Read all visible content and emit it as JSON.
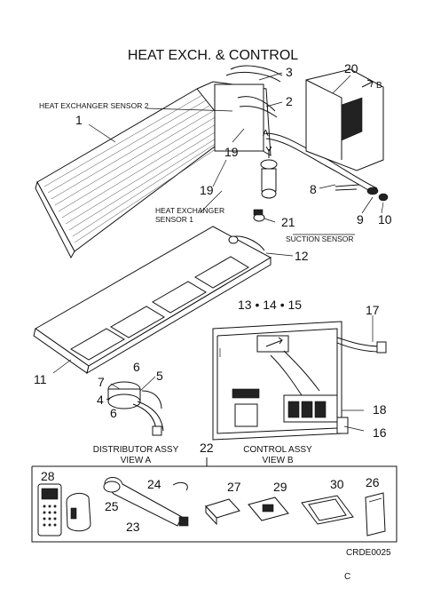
{
  "title": "HEAT EXCH. & CONTROL",
  "labels": {
    "hx_sensor_2": "HEAT EXCHANGER SENSOR 2",
    "hx_sensor_1_line1": "HEAT EXCHANGER",
    "hx_sensor_1_line2": "SENSOR 1",
    "suction_sensor": "SUCTION SENSOR",
    "distributor_line1": "DISTRIBUTOR ASSY",
    "distributor_line2": "VIEW A",
    "control_line1": "CONTROL ASSY",
    "control_line2": "VIEW B",
    "view_a": "A",
    "view_b": "B"
  },
  "callouts": {
    "c1": "1",
    "c2": "2",
    "c3": "3",
    "c4": "4",
    "c5": "5",
    "c6a": "6",
    "c6b": "6",
    "c7": "7",
    "c8": "8",
    "c9": "9",
    "c10": "10",
    "c11": "11",
    "c12": "12",
    "c13": "13 • 14 • 15",
    "c16": "16",
    "c17": "17",
    "c18": "18",
    "c19a": "19",
    "c19b": "19",
    "c20": "20",
    "c21": "21",
    "c22": "22",
    "c23": "23",
    "c24": "24",
    "c25": "25",
    "c26": "26",
    "c27": "27",
    "c28": "28",
    "c29": "29",
    "c30": "30"
  },
  "footer": {
    "code": "CRDE0025",
    "revision": "C"
  }
}
